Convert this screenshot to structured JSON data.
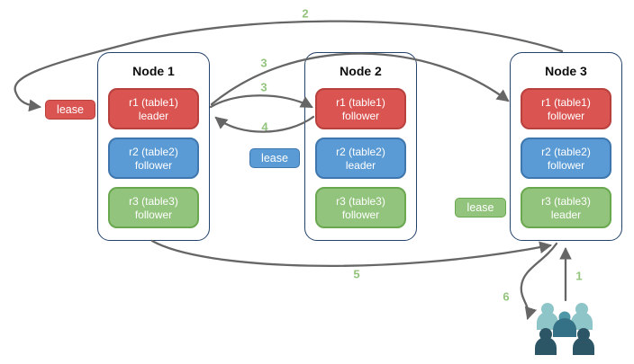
{
  "nodes": [
    {
      "title": "Node 1",
      "replicas": [
        {
          "name": "r1 (table1)",
          "role": "leader"
        },
        {
          "name": "r2 (table2)",
          "role": "follower"
        },
        {
          "name": "r3 (table3)",
          "role": "follower"
        }
      ]
    },
    {
      "title": "Node 2",
      "replicas": [
        {
          "name": "r1 (table1)",
          "role": "follower"
        },
        {
          "name": "r2 (table2)",
          "role": "leader"
        },
        {
          "name": "r3 (table3)",
          "role": "follower"
        }
      ]
    },
    {
      "title": "Node 3",
      "replicas": [
        {
          "name": "r1 (table1)",
          "role": "follower"
        },
        {
          "name": "r2 (table2)",
          "role": "follower"
        },
        {
          "name": "r3 (table3)",
          "role": "leader"
        }
      ]
    }
  ],
  "leases": [
    {
      "label": "lease",
      "color": "#da5552"
    },
    {
      "label": "lease",
      "color": "#5b9bd5"
    },
    {
      "label": "lease",
      "color": "#93c47d"
    }
  ],
  "steps": [
    "2",
    "3",
    "3",
    "4",
    "5",
    "1",
    "6"
  ],
  "colors": {
    "replica_red": "#da5552",
    "replica_red_border": "#b8403d",
    "replica_blue": "#5b9bd5",
    "replica_blue_border": "#3e76ad",
    "replica_green": "#93c47d",
    "replica_green_border": "#6aa84f",
    "node_border": "#24426b",
    "arrow": "#666666",
    "step_label": "#93c47d"
  },
  "people": {
    "light": "#8ec5c8",
    "mid_head": "#4e97a7",
    "mid_body": "#357186",
    "dark": "#2c5666"
  }
}
